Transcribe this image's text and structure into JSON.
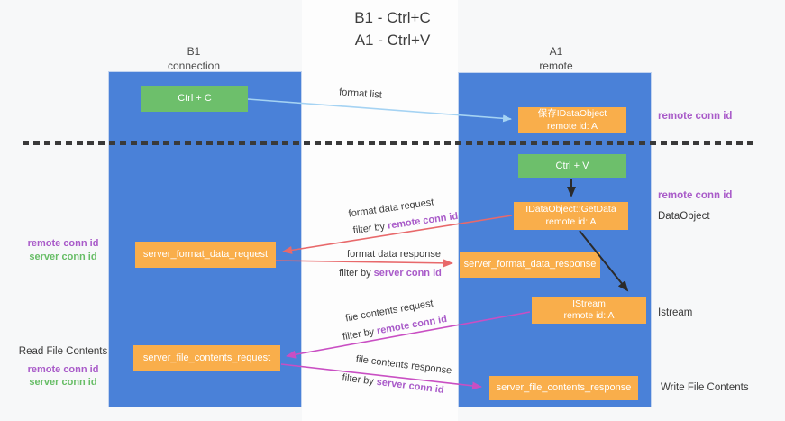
{
  "title": {
    "line1": "B1 - Ctrl+C",
    "line2": "A1 - Ctrl+V"
  },
  "columns": {
    "left": {
      "name": "B1",
      "role": "connection"
    },
    "right": {
      "name": "A1",
      "role": "remote"
    }
  },
  "boxes": {
    "ctrl_c": {
      "label": "Ctrl + C"
    },
    "ctrl_v": {
      "label": "Ctrl + V"
    },
    "save_dataobject": {
      "line1": "保存IDataObject",
      "line2": "remote id: A"
    },
    "getdata": {
      "line1": "IDataObject::GetData",
      "line2": "remote id: A"
    },
    "istream": {
      "line1": "IStream",
      "line2": "remote id: A"
    },
    "format_request": {
      "label": "server_format_data_request"
    },
    "format_response": {
      "label": "server_format_data_response"
    },
    "file_request": {
      "label": "server_file_contents_request"
    },
    "file_response": {
      "label": "server_file_contents_response"
    }
  },
  "labels": {
    "remote_conn_top": "remote conn id",
    "remote_conn_mid": "remote conn id",
    "dataobject": "DataObject",
    "istream": "Istream",
    "write_file": "Write File Contents",
    "read_file": "Read File Contents",
    "left1_remote": "remote conn id",
    "left1_server": "server conn id",
    "left2_remote": "remote conn id",
    "left2_server": "server conn id"
  },
  "arrows": {
    "format_list": {
      "label": "format list"
    },
    "format_request": {
      "label": "format data request",
      "filter_prefix": "filter by ",
      "filter_key": "remote conn id"
    },
    "format_response": {
      "label": "format data response",
      "filter_prefix": "filter by ",
      "filter_key": "server conn id"
    },
    "file_request": {
      "label": "file contents request",
      "filter_prefix": "filter by ",
      "filter_key": "remote conn id"
    },
    "file_response": {
      "label": "file contents response",
      "filter_prefix": "filter by ",
      "filter_key": "server conn id"
    }
  },
  "colors": {
    "column_blue": "#4a81d8",
    "box_green": "#6dbf6b",
    "box_orange": "#f9ae4b",
    "arrow_lightblue": "#a5d3f3",
    "arrow_salmon": "#e8696b",
    "arrow_magenta": "#c94fc3",
    "arrow_black": "#2b2b2b",
    "label_purple": "#a95bc9",
    "label_green": "#67bd66"
  }
}
